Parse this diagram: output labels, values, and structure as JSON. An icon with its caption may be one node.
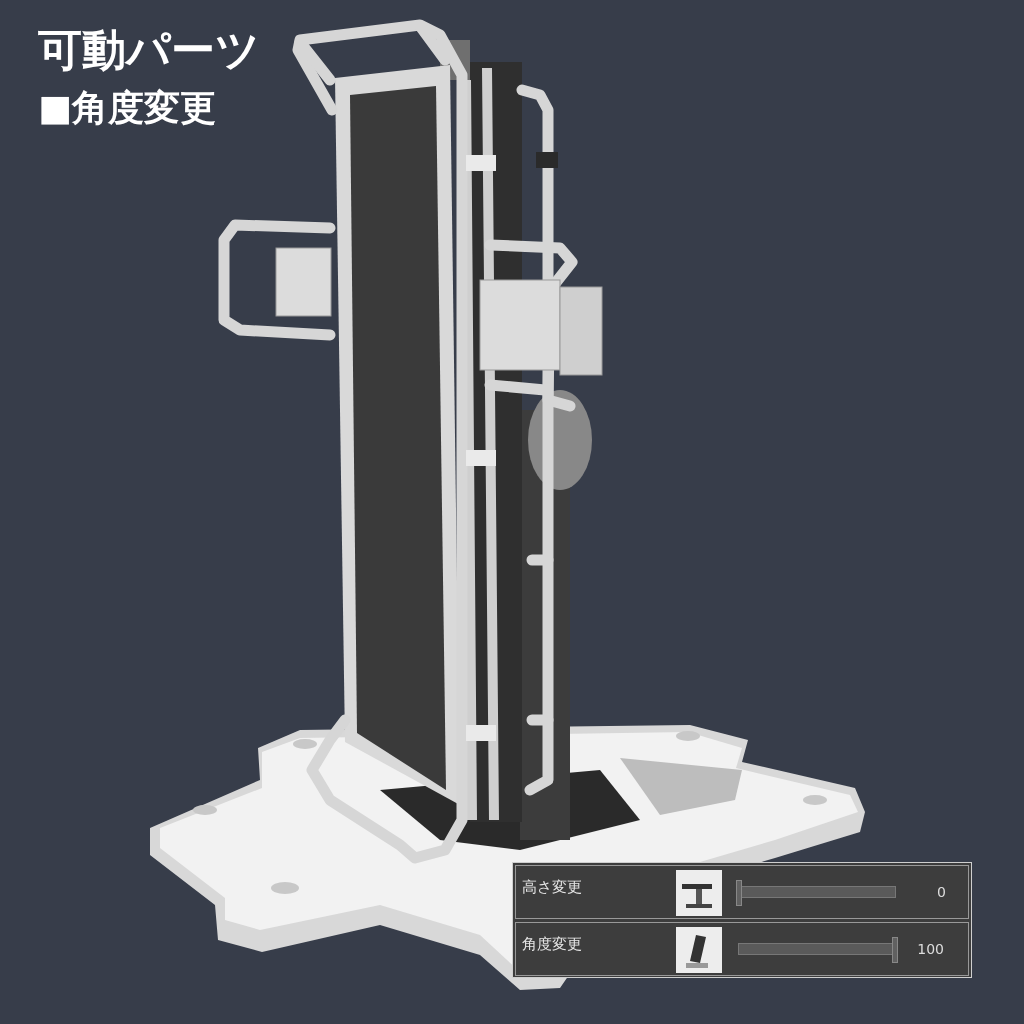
{
  "diagram": {
    "title": "可動パーツ",
    "labels": [
      "■角度変更",
      "高さ変更",
      "0",
      "角度変更",
      "100"
    ]
  }
}
